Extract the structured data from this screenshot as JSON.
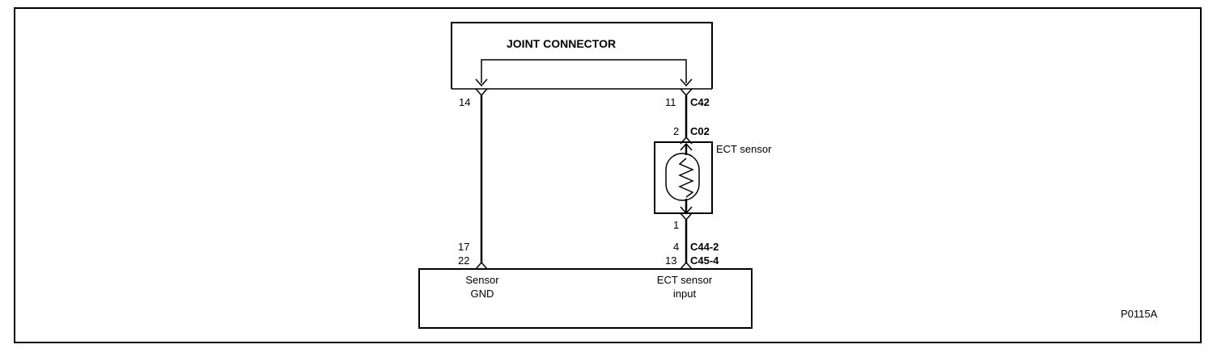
{
  "joint_connector": {
    "label": "JOINT CONNECTOR",
    "pin_left": "14",
    "pin_right": "11",
    "connector_id": "C42"
  },
  "sensor": {
    "label": "ECT sensor",
    "pin_top": "2",
    "connector_top": "C02",
    "pin_bottom": "1"
  },
  "ecm": {
    "left_pin_a": "17",
    "left_pin_b": "22",
    "right_pin_a": "4",
    "right_pin_b": "13",
    "connector_a": "C44-2",
    "connector_b": "C45-4",
    "gnd_label_line1": "Sensor",
    "gnd_label_line2": "GND",
    "input_label_line1": "ECT sensor",
    "input_label_line2": "input"
  },
  "figure_code": "P0115A"
}
